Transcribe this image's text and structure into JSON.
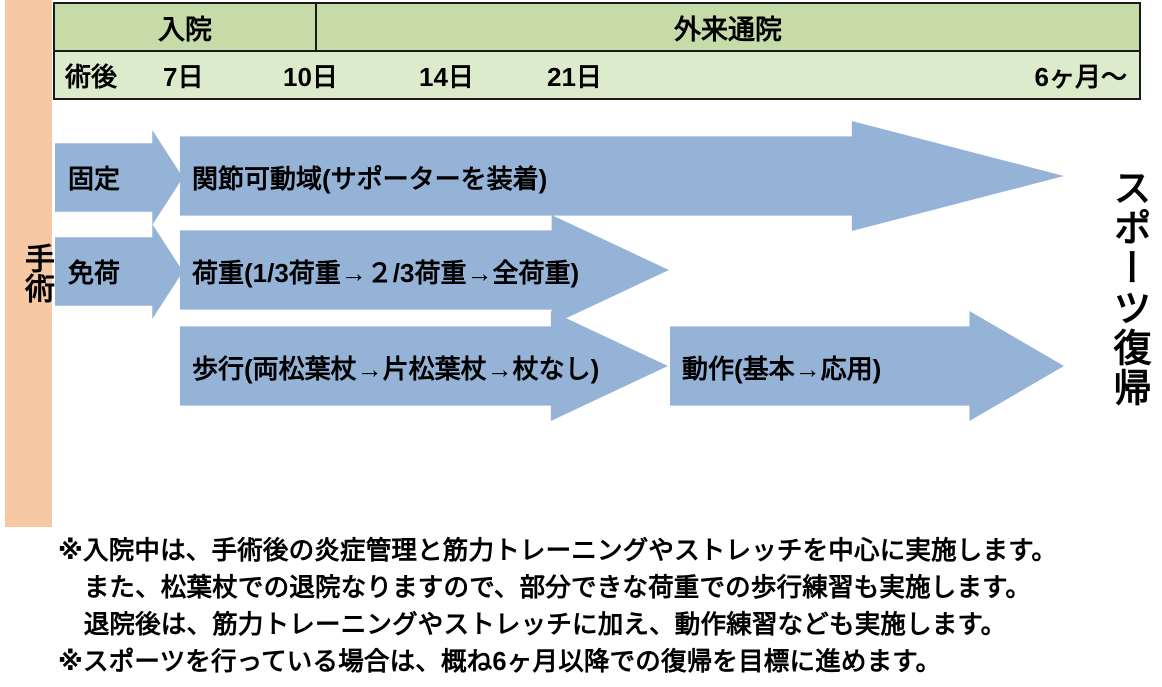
{
  "diagram": {
    "title_left_vertical": "手術",
    "title_right_vertical": "スポーツ復帰",
    "colors": {
      "surgery_band": "#F6C9A4",
      "header_row1": "#C6DBA8",
      "header_row2": "#DCEBCB",
      "arrow": "#95B3D7",
      "border": "#1a1a1a",
      "text": "#000000"
    }
  },
  "header": {
    "phases": [
      {
        "label": "入院"
      },
      {
        "label": "外来通院"
      }
    ],
    "ticks": [
      {
        "label": "術後"
      },
      {
        "label": "7日"
      },
      {
        "label": "10日"
      },
      {
        "label": "14日"
      },
      {
        "label": "21日"
      },
      {
        "label": "6ヶ月〜"
      }
    ]
  },
  "rows": [
    {
      "stage_label": "固定",
      "main_label": "関節可動域(サポーターを装着)"
    },
    {
      "stage_label": "免荷",
      "main_label": "荷重(1/3荷重→２/3荷重→全荷重)"
    },
    {
      "walk_label": "歩行(両松葉杖→片松葉杖→杖なし)",
      "motion_label": "動作(基本→応用)"
    }
  ],
  "notes": [
    "※入院中は、手術後の炎症管理と筋力トレーニングやストレッチを中心に実施します。",
    "　また、松葉杖での退院なりますので、部分できな荷重での歩行練習も実施します。",
    "　退院後は、筋力トレーニングやストレッチに加え、動作練習なども実施します。",
    "※スポーツを行っている場合は、概ね6ヶ月以降での復帰を目標に進めます。"
  ]
}
